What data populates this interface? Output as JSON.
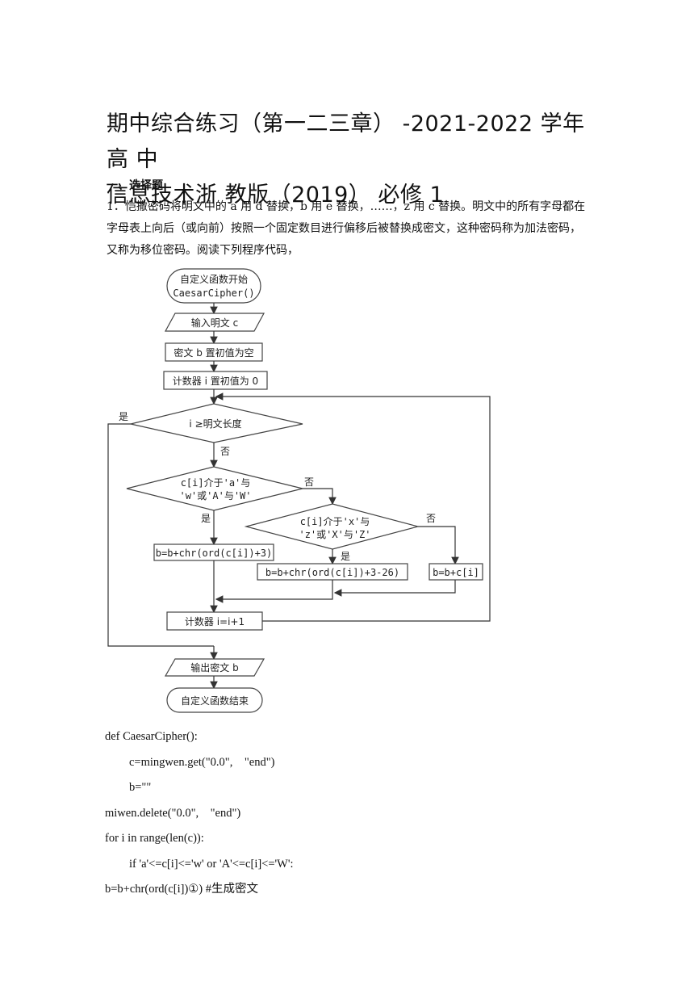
{
  "document": {
    "title_line1": "期中综合练习（第一二三章） -2021-2022 学年高 中",
    "title_line2": "信息技术浙 教版（2019） 必修 1",
    "section": "一、选择题",
    "question_text": "1．恺撒密码将明文中的 a 用 d 替换，b 用 e 替换，……，z 用 c 替换。明文中的所有字母都在字母表上向后（或向前）按照一个固定数目进行偏移后被替换成密文，这种密码称为加法密码，又称为移位密码。阅读下列程序代码，"
  },
  "flowchart": {
    "start_line1": "自定义函数开始",
    "start_line2": "CaesarCipher()",
    "input": "输入明文 c",
    "init_b": "密文 b 置初值为空",
    "init_i": "计数器 i 置初值为 0",
    "cond1": "i ≥明文长度",
    "cond2_line1": "c[i]介于'a'与",
    "cond2_line2": "'w'或'A'与'W'",
    "cond3_line1": "c[i]介于'x'与",
    "cond3_line2": "'z'或'X'与'Z'",
    "proc_a": "b=b+chr(ord(c[i])+3)",
    "proc_b": "b=b+chr(ord(c[i])+3-26)",
    "proc_c": "b=b+c[i]",
    "counter": "计数器 i=i+1",
    "output": "输出密文 b",
    "end": "自定义函数结束",
    "yes": "是",
    "no": "否"
  },
  "code_lines": [
    {
      "text": "def CaesarCipher():",
      "indent": false
    },
    {
      "text": "c=mingwen.get(\"0.0\",　\"end\")",
      "indent": true
    },
    {
      "text": "b=\"\"",
      "indent": true
    },
    {
      "text": "miwen.delete(\"0.0\",　\"end\")",
      "indent": false
    },
    {
      "text": "for i in range(len(c)):",
      "indent": false
    },
    {
      "text": "if 'a'<=c[i]<='w' or 'A'<=c[i]<='W':",
      "indent": true
    },
    {
      "text": "b=b+chr(ord(c[i])①) #生成密文",
      "indent": false
    }
  ]
}
